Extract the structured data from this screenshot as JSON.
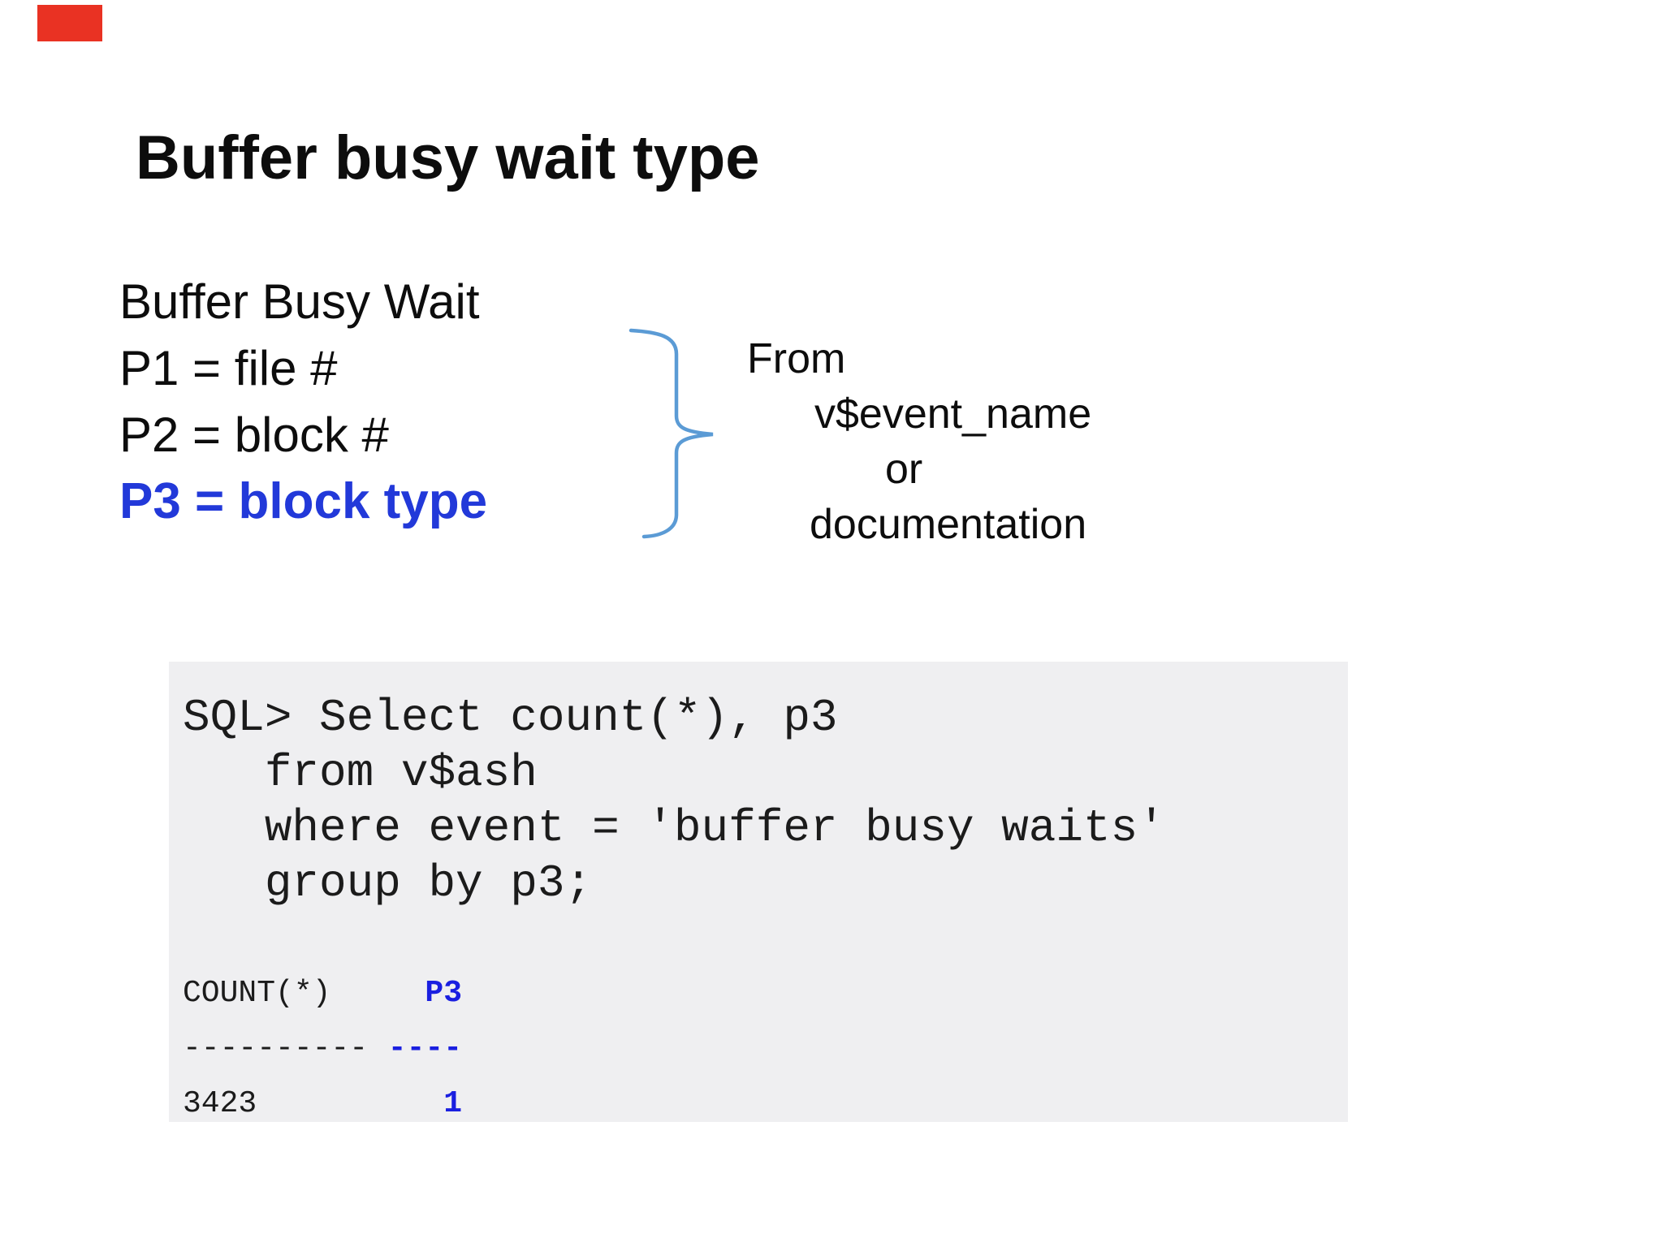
{
  "slide": {
    "marker_color": "#e93223",
    "title": "Buffer busy wait type",
    "params": {
      "line1": "Buffer Busy Wait",
      "line2": "P1 = file #",
      "line3": "P2 = block #",
      "highlight": "P3 = block type",
      "highlight_color": "#2239d9"
    },
    "annotation": {
      "brace_color": "#5b9bd5",
      "lines": [
        "From",
        "v$event_name",
        "or",
        "documentation"
      ]
    },
    "terminal": {
      "bg": "#efeff1",
      "accent": "#1a1fe0",
      "sql": "SQL> Select count(*), p3\n   from v$ash\n   where event = 'buffer busy waits'\n   group by p3;",
      "result_left": "COUNT(*)\n----------\n3423",
      "result_right": "P3\n----\n1"
    }
  }
}
